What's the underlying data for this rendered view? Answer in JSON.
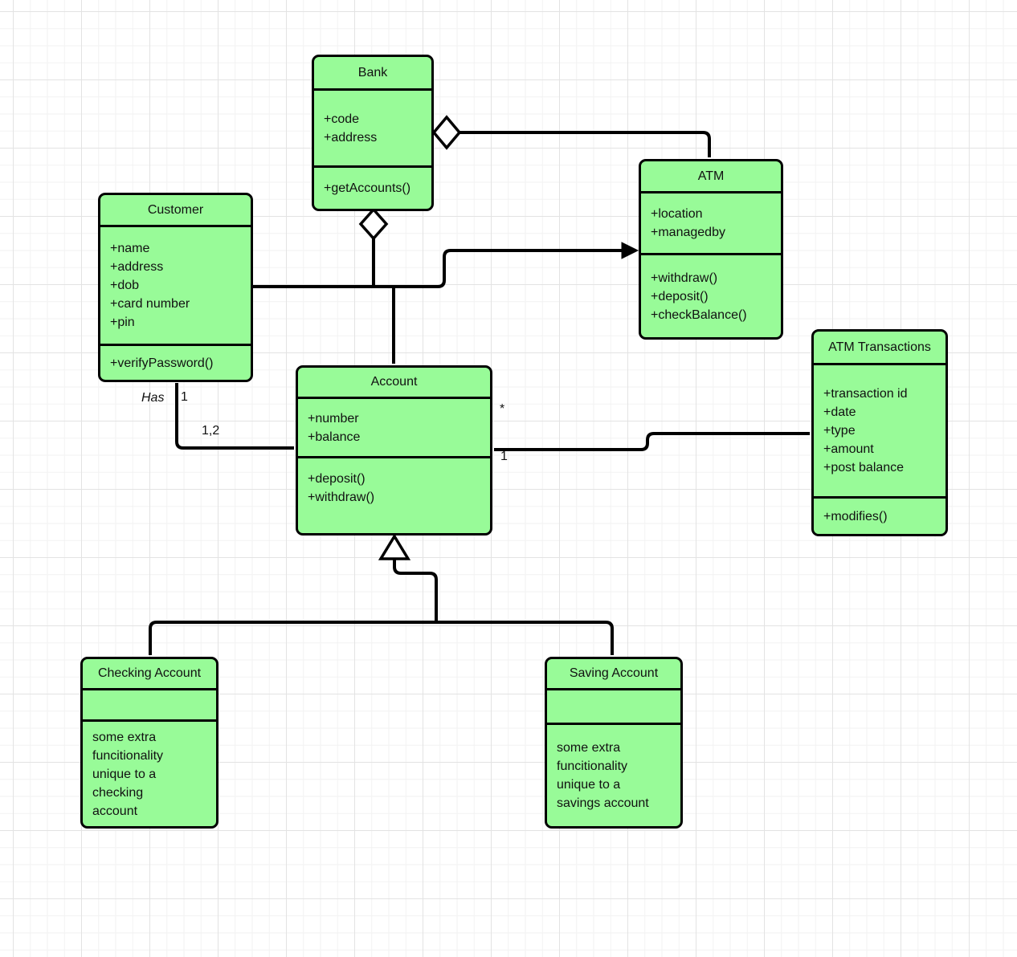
{
  "diagram": {
    "colors": {
      "class_fill": "#98FB98",
      "connector": "#000000",
      "background": "#ffffff"
    },
    "classes": {
      "bank": {
        "title": "Bank",
        "attributes": [
          "+code",
          "+address"
        ],
        "methods": [
          "+getAccounts()"
        ]
      },
      "customer": {
        "title": "Customer",
        "attributes": [
          "+name",
          "+address",
          "+dob",
          "+card number",
          "+pin"
        ],
        "methods": [
          "+verifyPassword()"
        ]
      },
      "atm": {
        "title": "ATM",
        "attributes": [
          "+location",
          "+managedby"
        ],
        "methods": [
          "+withdraw()",
          "+deposit()",
          "+checkBalance()"
        ]
      },
      "atm_transactions": {
        "title": "ATM Transactions",
        "attributes": [
          "+transaction id",
          "+date",
          "+type",
          "+amount",
          "+post balance"
        ],
        "methods": [
          "+modifies()"
        ]
      },
      "account": {
        "title": "Account",
        "attributes": [
          "+number",
          "+balance"
        ],
        "methods": [
          "+deposit()",
          "+withdraw()"
        ]
      },
      "checking_account": {
        "title": "Checking Account",
        "note_lines": [
          "some extra",
          "funcitionality",
          "unique to a",
          "checking",
          "account"
        ]
      },
      "saving_account": {
        "title": "Saving Account",
        "note_lines": [
          "some extra",
          "funcitionality",
          "unique to a",
          "savings account"
        ]
      }
    },
    "edge_labels": {
      "has": "Has",
      "customer_multiplicity": "1",
      "account_multiplicity": "1,2",
      "transactions_multiplicity": "*",
      "account_side_multiplicity": "1"
    }
  }
}
